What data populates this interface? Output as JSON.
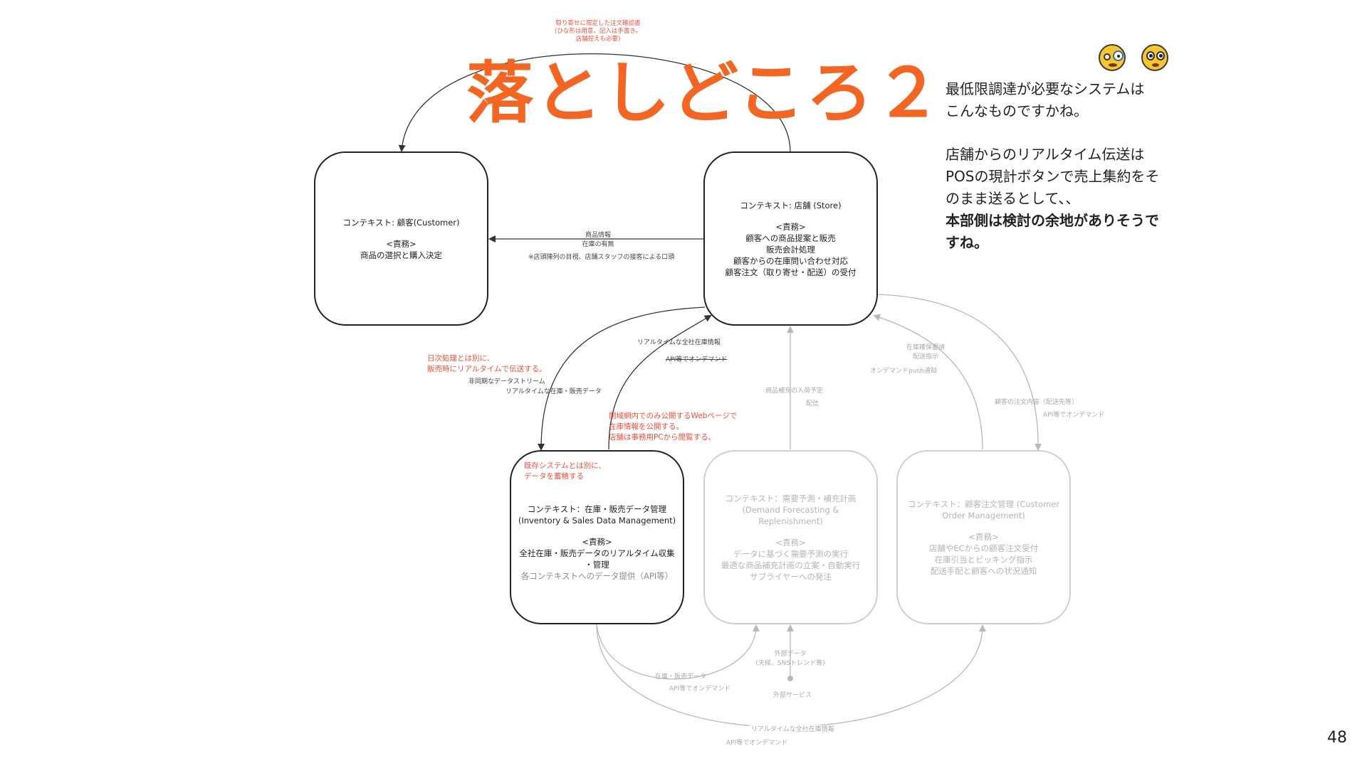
{
  "title": "落としどころ２",
  "page_number": "48",
  "side_text": {
    "p1": [
      "最低限調達が必要なシステムは",
      "こんなものですかね。"
    ],
    "p2": [
      "店舗からのリアルタイム伝送は",
      "POSの現計ボタンで売上集約をそ",
      "のまま送るとして、、"
    ],
    "p3_bold": [
      "本部側は検討の余地がありそうで",
      "すね。"
    ]
  },
  "emojis": [
    "face-with-monocle-icon",
    "flushed-face-icon"
  ],
  "colors": {
    "accent": "#f26522",
    "note_red": "#e8513d",
    "faded": "#b5b5b5"
  },
  "boxes": {
    "customer": {
      "title": "コンテキスト: 顧客(Customer)",
      "resp_label": "<責務>",
      "lines": [
        "商品の選択と購入決定"
      ]
    },
    "store": {
      "title": "コンテキスト: 店舗 (Store)",
      "resp_label": "<責務>",
      "lines": [
        "顧客への商品提案と販売",
        "販売会計処理",
        "顧客からの在庫問い合わせ対応",
        "顧客注文（取り寄せ・配送）の受付"
      ]
    },
    "inventory": {
      "note": [
        "既存システムとは別に、",
        "データを蓄積する"
      ],
      "title": "コンテキスト：在庫・販売データ管理",
      "title_en": "(Inventory & Sales Data Management)",
      "resp_label": "<責務>",
      "lines": [
        "全社在庫・販売データのリアルタイム収集",
        "・管理"
      ],
      "muted_line": "各コンテキストへのデータ提供（API等）"
    },
    "demand": {
      "title": "コンテキスト：需要予測・補充計画",
      "title_en": "(Demand Forecasting & Replenishment)",
      "resp_label": "<責務>",
      "lines": [
        "データに基づく需要予測の実行",
        "最適な商品補充計画の立案・自動実行",
        "サプライヤーへの発注"
      ]
    },
    "order": {
      "title": "コンテキスト：顧客注文管理 (Customer",
      "title_en": "Order Management)",
      "resp_label": "<責務>",
      "lines": [
        "店舗やECからの顧客注文受付",
        "在庫引当とピッキング指示",
        "配送手配と顧客への状況通知"
      ]
    }
  },
  "labels": {
    "top_note": [
      "取り寄せに限定した注文確認書",
      "(ひな形は用意。記入は手書き。",
      "店舗控えも必要)"
    ],
    "store_to_customer": [
      "商品情報",
      "在庫の有無"
    ],
    "store_to_customer_sub": "※店頭陳列の目視、店舗スタッフの接客による口頭",
    "realtime_note": [
      "日次処理とは別に、",
      "販売時にリアルタイムで伝送する。"
    ],
    "async_stream": "非同期なデータストリーム",
    "realtime_sales": "リアルタイムな在庫・販売データ",
    "realtime_company_stock": "リアルタイムな全社在庫情報",
    "api_on_demand_strike": "API等でオンデマンド",
    "web_note": [
      "閉域網内でのみ公開するWebページで",
      "在庫情報を公開する。",
      "店舗は事務用PCから閲覧する。"
    ],
    "replenish_plan": "商品補充の入荷予定",
    "delivery": "配信",
    "stock_reserve": [
      "在庫確保要請",
      "配送指示"
    ],
    "push_notify": "オンデマンドpush通知",
    "customer_order_content": "顧客の注文内容（配送先等）",
    "api_on_demand": "API等でオンデマンド",
    "inv_sales_data": "在庫・販売データ",
    "api_on_demand_2": "API等でオンデマンド",
    "external_data": [
      "外部データ",
      "(天候、SNSトレンド等)"
    ],
    "external_service": "外部サービス",
    "bottom_realtime": "リアルタイムな全社在庫情報",
    "bottom_api": "API等でオンデマンド"
  }
}
